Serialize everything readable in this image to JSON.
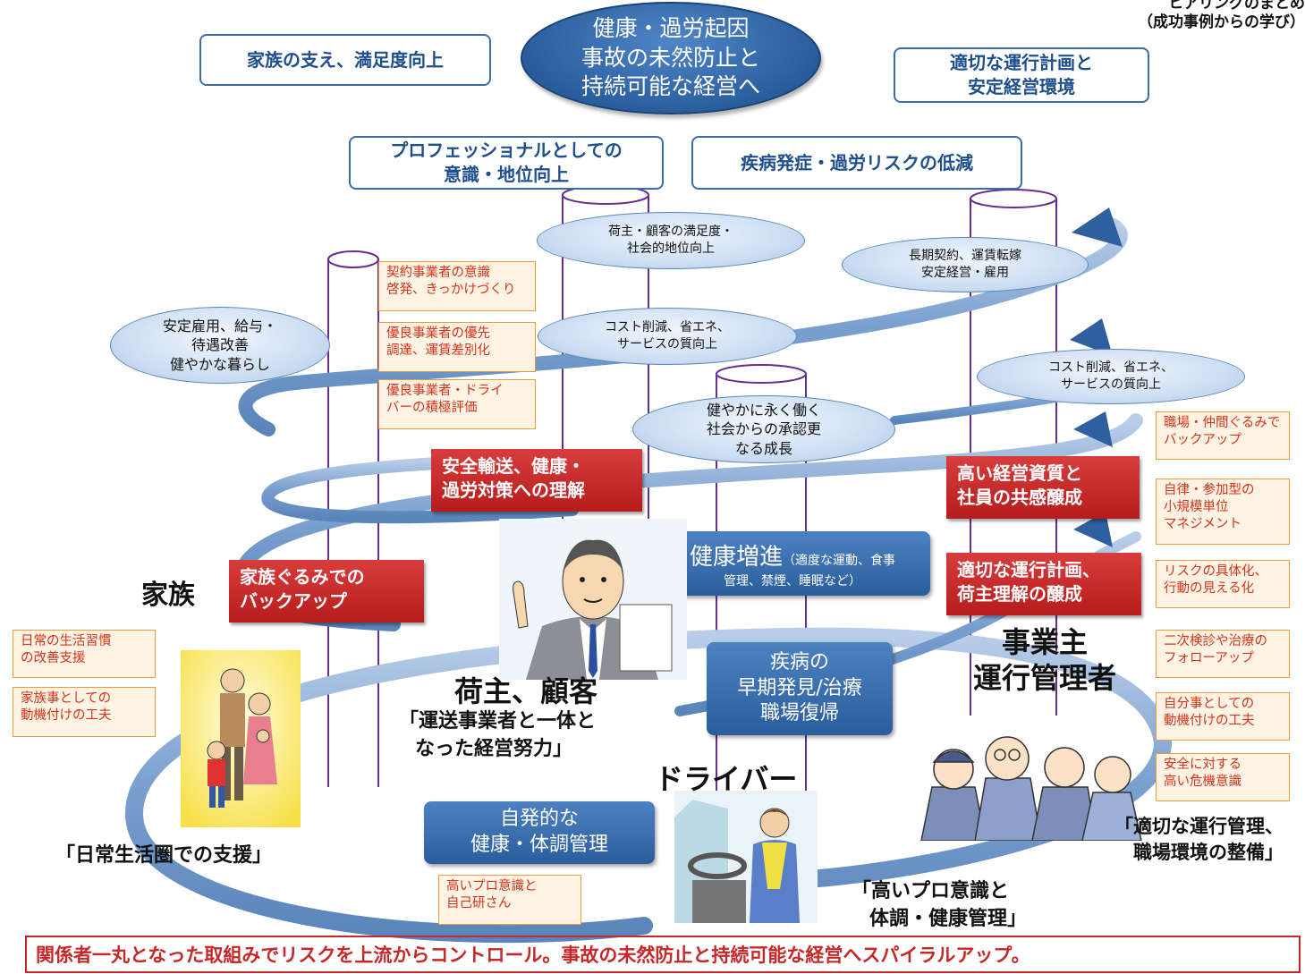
{
  "header": {
    "corner_line1": "ヒアリングのまとめ",
    "corner_line2": "（成功事例からの学び）",
    "goal": [
      "健康・過労起因",
      "事故の未然防止と",
      "持続可能な経営へ"
    ]
  },
  "goal_boxes": {
    "family_support": "家族の支え、満足度向上",
    "operation_plan": [
      "適切な運行計画と",
      "安定経営環境"
    ],
    "professional": [
      "プロフェッショナルとしての",
      "意識・地位向上"
    ],
    "disease_risk": "疾病発症・過労リスクの低減"
  },
  "ellipses": {
    "shipper_satisfaction": [
      "荷主・顧客の満足度・",
      "社会的地位向上"
    ],
    "long_contract": [
      "長期契約、運賃転嫁",
      "安定経営・雇用"
    ],
    "stable_employment": [
      "安定雇用、給与・",
      "待遇改善",
      "健やかな暮らし"
    ],
    "cost_reduction_1": [
      "コスト削減、省エネ、",
      "サービスの質向上"
    ],
    "cost_reduction_2": [
      "コスト削減、省エネ、",
      "サービスの質向上"
    ],
    "healthy_growth": [
      "健やかに永く働く",
      "社会からの承認更",
      "なる成長"
    ]
  },
  "orange_notes": {
    "shipper": [
      [
        "契約事業者の意識",
        "啓発、きっかけづくり"
      ],
      [
        "優良事業者の優先",
        "調達、運賃差別化"
      ],
      [
        "優良事業者・ドライ",
        "バーの積極評価"
      ]
    ],
    "family": [
      [
        "日常の生活習慣",
        "の改善支援"
      ],
      [
        "家族事としての",
        "動機付けの工夫"
      ]
    ],
    "employer": [
      [
        "職場・仲間ぐるみで",
        "バックアップ"
      ],
      [
        "自律・参加型の",
        "小規模単位",
        "マネジメント"
      ],
      [
        "リスクの具体化、",
        "行動の見える化"
      ],
      [
        "二次検診や治療の",
        "フォローアップ"
      ],
      [
        "自分事としての",
        "動機付けの工夫"
      ],
      [
        "安全に対する",
        "高い危機意識"
      ]
    ],
    "driver": [
      "高いプロ意識と",
      "自己研さん"
    ]
  },
  "red_boxes": {
    "safety_understanding": [
      "安全輸送、健康・",
      "過労対策への理解"
    ],
    "management_quality": [
      "高い経営資質と",
      "社員の共感醸成"
    ],
    "family_backup": [
      "家族ぐるみでの",
      "バックアップ"
    ],
    "operation_plan": [
      "適切な運行計画、",
      "荷主理解の醸成"
    ]
  },
  "blue_boxes": {
    "health_promotion_title": "健康増進",
    "health_promotion_detail": "（適度な運動、食事",
    "health_promotion_detail2": "管理、禁煙、睡眠など）",
    "early_detection": [
      "疾病の",
      "早期発見/治療",
      "職場復帰"
    ],
    "self_management": [
      "自発的な",
      "健康・体調管理"
    ]
  },
  "actors": {
    "family": "家族",
    "shipper": "荷主、顧客",
    "employer": [
      "事業主",
      "運行管理者"
    ],
    "driver": "ドライバー"
  },
  "quotes": {
    "shipper": [
      "「運送事業者と一体と",
      "なった経営努力」"
    ],
    "family": "「日常生活圏での支援」",
    "employer": [
      "「適切な運行管理、",
      "職場環境の整備」"
    ],
    "driver": [
      "「高いプロ意識と",
      "体調・健康管理」"
    ]
  },
  "footer": "関係者一丸となった取組みでリスクを上流からコントロール。事故の未然防止と持続可能な経営へスパイラルアップ。",
  "colors": {
    "accent_blue": "#2a5d9c",
    "red": "#c62828",
    "orange_border": "#ef9a3a",
    "ribbon": "#7fa3cf"
  }
}
